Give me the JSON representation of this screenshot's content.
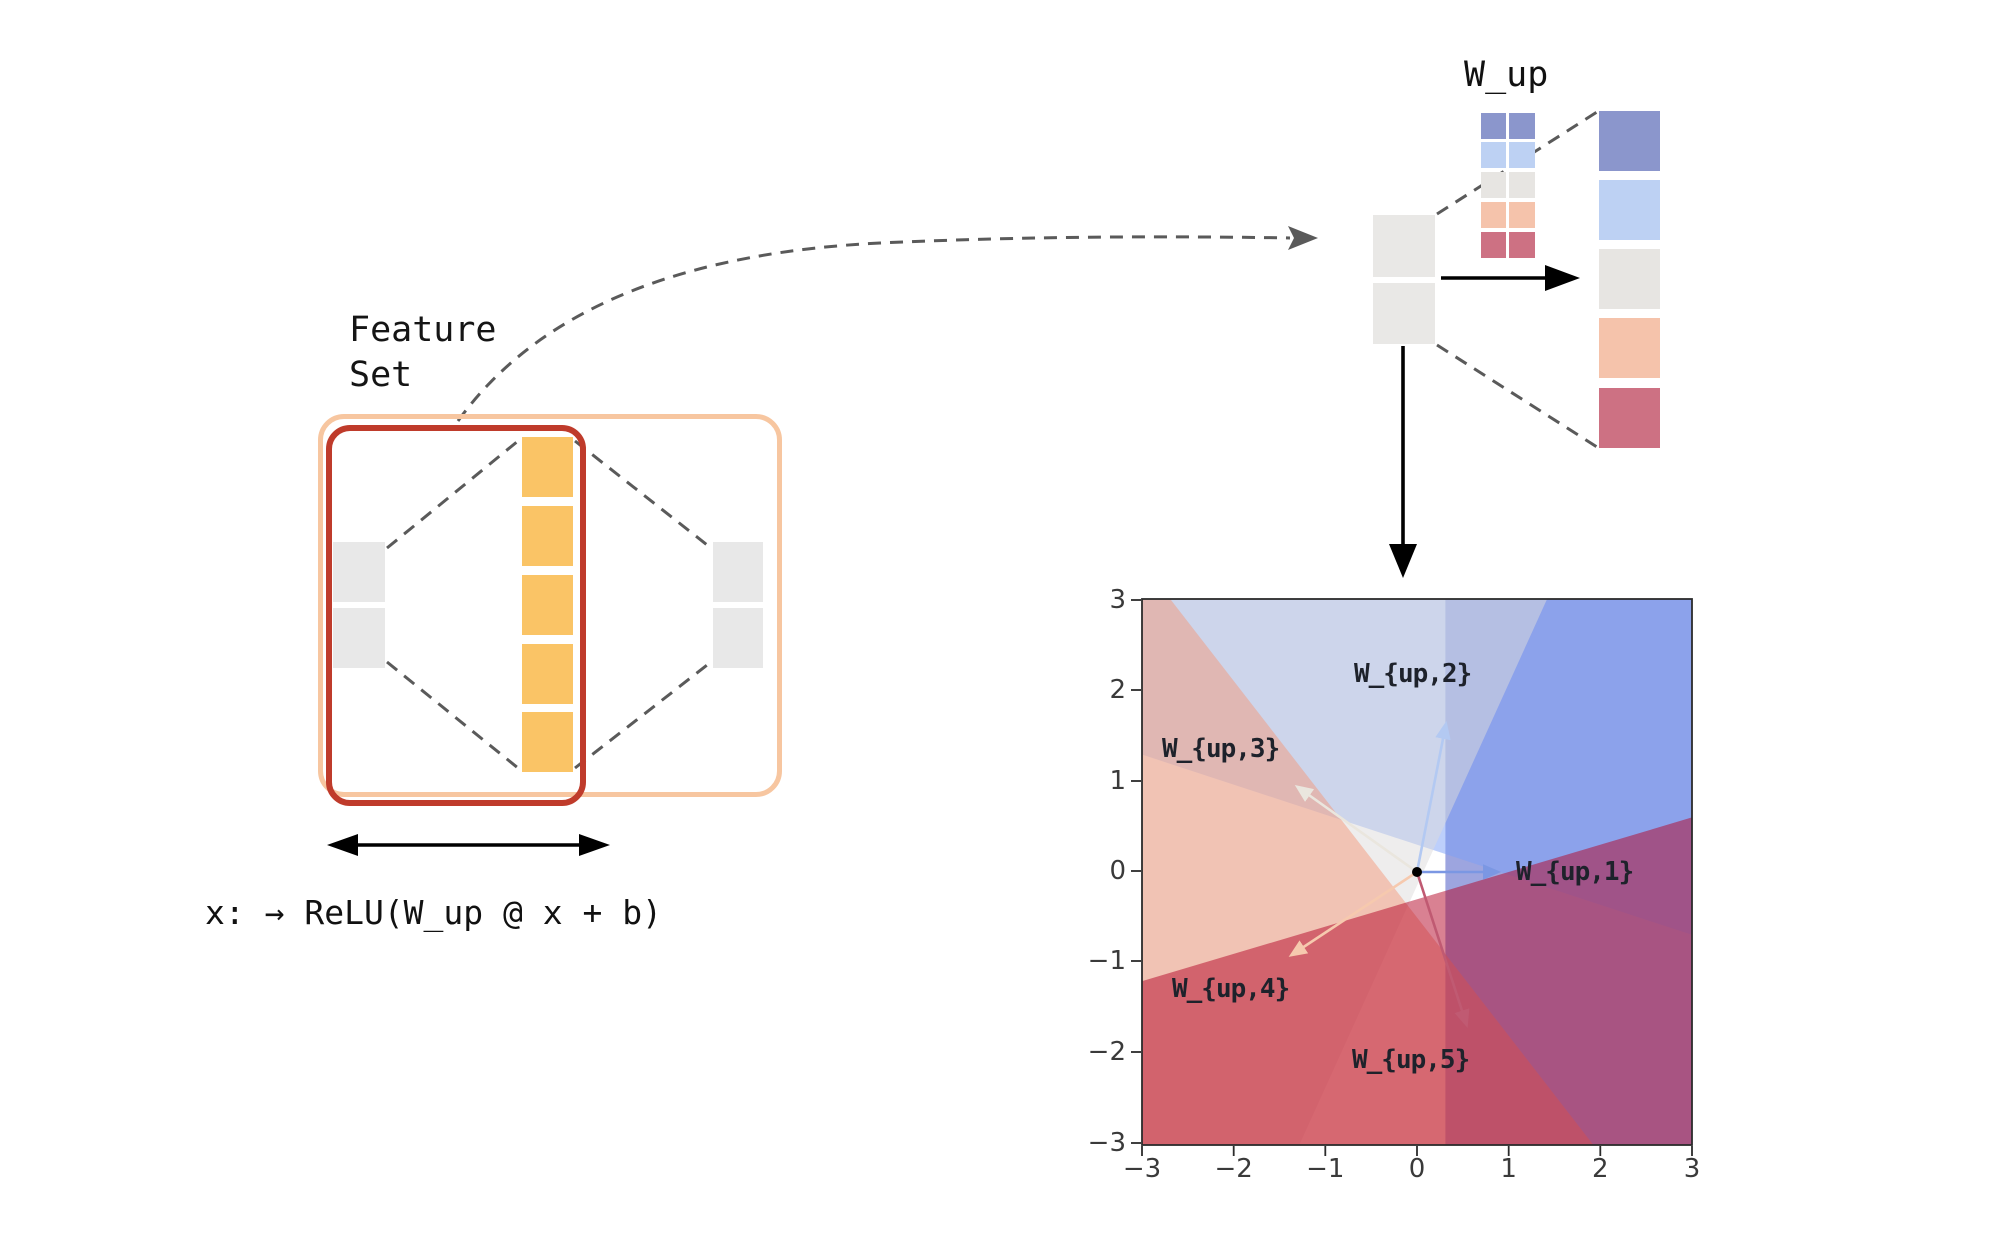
{
  "feature_set": {
    "title_line1": "Feature",
    "title_line2": "Set",
    "formula": "x: → ReLU(W_up @ x + b)"
  },
  "w_up": {
    "title": "W_up",
    "matrix_rows": 5,
    "matrix_cols": 2,
    "row_colors": [
      "#8b96cc",
      "#bdd1f3",
      "#e7e5e2",
      "#f5c3ab",
      "#cd7183"
    ],
    "input_square_color": "#e9e8e6"
  },
  "diagram_colors": {
    "outer_box_stroke": "#f7c6a0",
    "inner_box_stroke": "#bf3b2b",
    "hidden_square": "#fac466",
    "io_square": "#e8e8e8",
    "dashed_line": "#5a5a5a",
    "solid_arrow": "#000000"
  },
  "plot": {
    "xticks": [
      "−3",
      "−2",
      "−1",
      "0",
      "1",
      "2",
      "3"
    ],
    "yticks": [
      "3",
      "2",
      "1",
      "0",
      "−1",
      "−2",
      "−3"
    ],
    "labels": [
      "W_{up,1}",
      "W_{up,2}",
      "W_{up,3}",
      "W_{up,4}",
      "W_{up,5}"
    ]
  },
  "chart_data": {
    "type": "scatter",
    "title": "",
    "xlabel": "",
    "ylabel": "",
    "xlim": [
      -3,
      3
    ],
    "ylim": [
      -3,
      3
    ],
    "xticks": [
      -3,
      -2,
      -1,
      0,
      1,
      2,
      3
    ],
    "yticks": [
      -3,
      -2,
      -1,
      0,
      1,
      2,
      3
    ],
    "grid": false,
    "legend": "none",
    "origin_point": [
      0,
      0
    ],
    "vectors": [
      {
        "name": "W_{up,1}",
        "direction": [
          0.95,
          0.0
        ],
        "arrow_color": "#7b97e3",
        "half_plane_region": "x >= 0.31"
      },
      {
        "name": "W_{up,2}",
        "direction": [
          0.34,
          1.68
        ],
        "arrow_color": "#b3c9f2",
        "half_plane_region": "y >= -0.33x + 0.30"
      },
      {
        "name": "W_{up,3}",
        "direction": [
          -1.36,
          0.97
        ],
        "arrow_color": "#eae6de",
        "half_plane_region": "y >= 2.22x - 0.15"
      },
      {
        "name": "W_{up,4}",
        "direction": [
          -1.42,
          -0.96
        ],
        "arrow_color": "#f6c9ae",
        "half_plane_region": "y <= -1.3x - 0.5"
      },
      {
        "name": "W_{up,5}",
        "direction": [
          0.57,
          -1.75
        ],
        "arrow_color": "#c05a72",
        "half_plane_region": "y <= 0.3x - 0.3"
      }
    ],
    "region_fill_colors": [
      "#3b4cc0",
      "#7c9ff7",
      "#dddcdc",
      "#f49a7b",
      "#b40426"
    ],
    "region_alpha": 0.5,
    "label_positions": [
      {
        "label": "W_{up,1}",
        "x": 1.35,
        "y": 0.0
      },
      {
        "label": "W_{up,2}",
        "x": -0.1,
        "y": 2.2
      },
      {
        "label": "W_{up,3}",
        "x": -2.6,
        "y": 1.4
      },
      {
        "label": "W_{up,4}",
        "x": -2.5,
        "y": -1.25
      },
      {
        "label": "W_{up,5}",
        "x": -0.15,
        "y": -2.05
      }
    ]
  }
}
